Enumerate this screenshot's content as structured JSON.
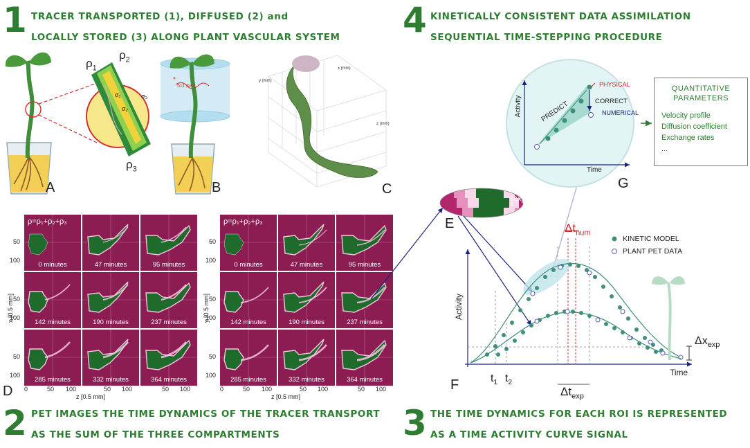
{
  "sections": {
    "s1": {
      "number": "1",
      "line1": "TRACER TRANSPORTED (1), DIFFUSED (2) and",
      "line2": "LOCALLY STORED (3) ALONG PLANT VASCULAR SYSTEM"
    },
    "s2": {
      "number": "2",
      "line1": "PET IMAGES THE TIME DYNAMICS OF THE TRACER TRANSPORT",
      "line2": "AS THE SUM OF THE THREE COMPARTMENTS"
    },
    "s3": {
      "number": "3",
      "line1": "THE TIME DYNAMICS FOR EACH ROI IS REPRESENTED",
      "line2": "AS A TIME ACTIVITY CURVE SIGNAL"
    },
    "s4": {
      "number": "4",
      "line1": "KINETICALLY CONSISTENT DATA ASSIMILATION",
      "line2": "SEQUENTIAL TIME-STEPPING PROCEDURE"
    }
  },
  "panels": {
    "A": "A",
    "B": "B",
    "C": "C",
    "D": "D",
    "E": "E",
    "F": "F",
    "G": "G"
  },
  "panel_a": {
    "rho1": "ρ",
    "rho1_sub": "1",
    "rho2": "ρ",
    "rho2_sub": "2",
    "rho3": "ρ",
    "rho3_sub": "3"
  },
  "panel_b": {
    "energy": "511 KeV"
  },
  "panel_c": {
    "axis_x": "x (mm)",
    "axis_y": "y (mm)",
    "axis_z": "z (mm)"
  },
  "pet": {
    "left": {
      "formula": "ρ=ρ₁+ρ₂+ρ₃",
      "ylabel": "x [0.5 mm]",
      "xlabel": "z [0.5 mm]",
      "yticks": [
        "50",
        "100",
        "50",
        "100",
        "50",
        "100"
      ],
      "xticks": [
        "0",
        "50",
        "100",
        "50",
        "100",
        "50",
        "100"
      ]
    },
    "right": {
      "formula": "ρ=ρ₁+ρ₂+ρ₃",
      "ylabel": "y [0.5 mm]",
      "xlabel": "z [0.5 mm]",
      "yticks": [
        "50",
        "100",
        "50",
        "100",
        "50",
        "100"
      ],
      "xticks": [
        "0",
        "50",
        "100",
        "50",
        "100",
        "50",
        "100"
      ]
    },
    "times": [
      "0 minutes",
      "47 minutes",
      "95 minutes",
      "142 minutes",
      "190 minutes",
      "237 minutes",
      "285 minutes",
      "332 minutes",
      "364 minutes"
    ],
    "colors": {
      "background": "#8c1d52",
      "plant": "#1f6b2c",
      "tracer": "#f4c6e0"
    }
  },
  "panel_e": {
    "label": "Δx",
    "label_sub": "exp"
  },
  "panel_g": {
    "xlabel": "Time",
    "ylabel": "Activity",
    "predict": "PREDICT",
    "correct": "CORRECT",
    "physical": "PHYSICAL",
    "numerical": "NUMERICAL"
  },
  "quantitative": {
    "title_line1": "QUANTITATIVE",
    "title_line2": "PARAMETERS",
    "items": [
      "Velocity profile",
      "Diffusion coefficient",
      "Exchange rates",
      "..."
    ]
  },
  "panel_f": {
    "xlabel": "Time",
    "ylabel": "Activity",
    "legend_kinetic": "KINETIC MODEL",
    "legend_pet": "PLANT PET DATA",
    "dt_num": "Δt",
    "dt_num_sub": "num",
    "dt_exp": "Δt",
    "dt_exp_sub": "exp",
    "dx_exp": "Δx",
    "dx_exp_sub": "exp",
    "t1": "t",
    "t1_sub": "1",
    "t2": "t",
    "t2_sub": "2"
  },
  "colors": {
    "title_green": "#2e7d32",
    "pet_magenta": "#8c1d52",
    "curve_teal": "#3f8f7a",
    "arrow_navy": "#1a237e",
    "physical_red": "#c62828"
  }
}
